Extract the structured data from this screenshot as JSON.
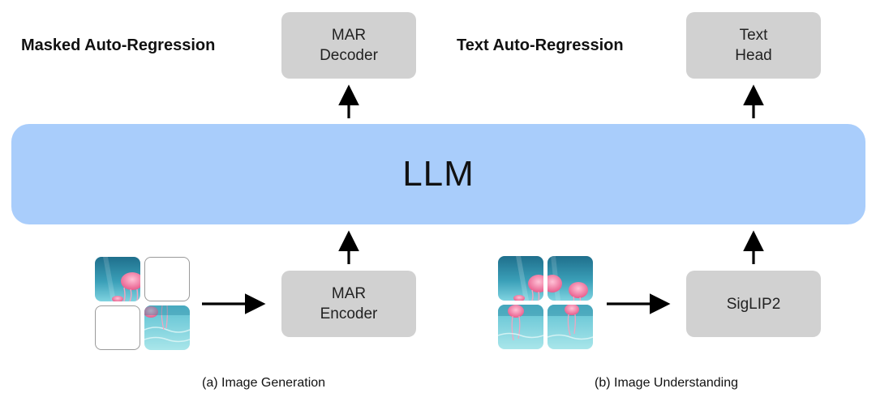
{
  "headings": {
    "left": "Masked Auto-Regression",
    "right": "Text Auto-Regression"
  },
  "boxes": {
    "mar_decoder": [
      "MAR",
      "Decoder"
    ],
    "text_head": [
      "Text",
      "Head"
    ],
    "mar_encoder": [
      "MAR",
      "Encoder"
    ],
    "siglip2": [
      "SigLIP2"
    ]
  },
  "llm_label": "LLM",
  "captions": {
    "generation": "(a) Image Generation",
    "understanding": "(b) Image Understanding"
  },
  "colors": {
    "llm_fill": "#a9cdfb",
    "box_fill": "#d1d1d1",
    "arrow": "#000000",
    "empty_tile_border": "#9a9a9a"
  },
  "icons": {
    "masked_image_grid": "jellyfish-image-tiles-2x2-two-masked",
    "full_image_grid": "jellyfish-image-tiles-2x2"
  }
}
